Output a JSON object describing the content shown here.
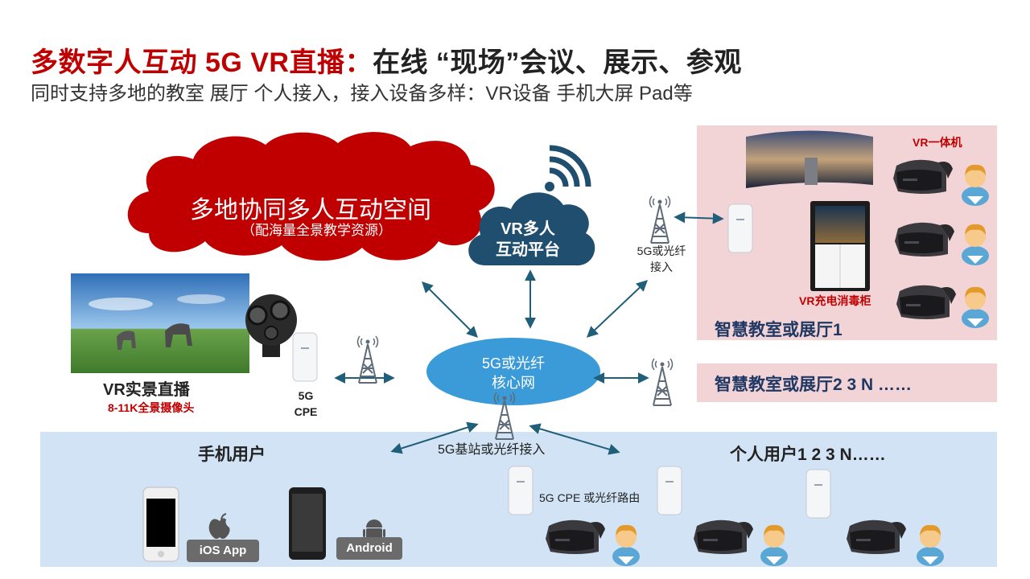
{
  "header": {
    "title_red": "多数字人互动 5G VR直播：",
    "title_black": "在线 “现场”会议、展示、参观",
    "subtitle": "同时支持多地的教室 展厅 个人接入，接入设备多样：VR设备 手机大屏 Pad等"
  },
  "cloud": {
    "title": "多地协同多人互动空间",
    "subtitle": "（配海量全景教学资源）"
  },
  "platform": {
    "line1": "VR多人",
    "line2": "互动平台"
  },
  "core": {
    "line1": "5G或光纤",
    "line2": "核心网"
  },
  "room1": {
    "label": "智慧教室或展厅1",
    "headset_label": "VR一体机",
    "cabinet_label": "VR充电消毒柜",
    "access_line1": "5G或光纤",
    "access_line2": "接入"
  },
  "room2": {
    "label": "智慧教室或展厅2  3  N ……"
  },
  "live": {
    "label": "VR实景直播",
    "camera_label": "8-11K全景摄像头",
    "cpe_line1": "5G",
    "cpe_line2": "CPE"
  },
  "users": {
    "phone_label": "手机用户",
    "base_label": "5G基站或光纤接入",
    "personal_label": "个人用户1 2 3 N……",
    "cpe_router_label": "5G CPE 或光纤路由",
    "ios_label": "iOS App",
    "android_label": "Android"
  },
  "colors": {
    "brand_red": "#c00000",
    "cloud_red": "#c00000",
    "platform_navy": "#1f4e6e",
    "core_blue": "#3b9ad8",
    "room_pink": "#f3d4d6",
    "users_blue": "#d1e3f4",
    "arrow_teal": "#1f5f7a"
  },
  "icons": [
    "wifi-signal-icon",
    "cell-tower-icon",
    "apple-icon",
    "android-icon",
    "vr-headset-icon",
    "user-avatar-icon",
    "cpe-router-icon",
    "vr-camera-icon",
    "smartphone-icon"
  ]
}
